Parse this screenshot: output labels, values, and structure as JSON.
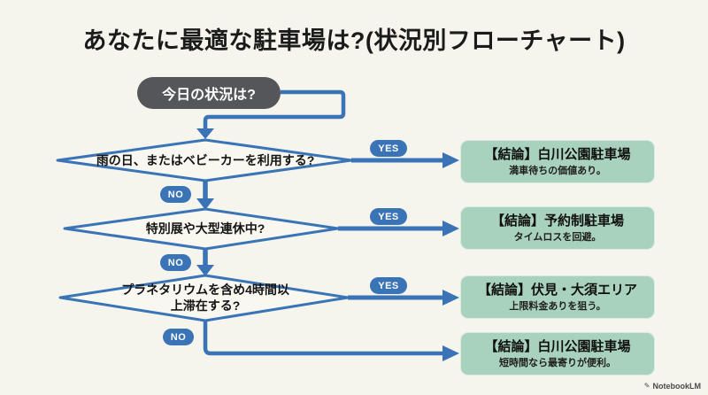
{
  "title": "あなたに最適な駐車場は?(状況別フローチャート)",
  "colors": {
    "background": "#f5f4ed",
    "connector_blue": "#3a74b6",
    "result_green": "#a8d2bd",
    "start_gray": "#55565a"
  },
  "start": {
    "label": "今日の状況は?"
  },
  "labels": {
    "yes": "YES",
    "no": "NO"
  },
  "questions": [
    {
      "text": "雨の日、またはベビーカーを利用する?"
    },
    {
      "text": "特別展や大型連休中?"
    },
    {
      "text": "プラネタリウムを含め4時間以\n上滞在する?"
    }
  ],
  "results": [
    {
      "title": "【結論】白川公園駐車場",
      "subtitle": "満車待ちの価値あり。"
    },
    {
      "title": "【結論】予約制駐車場",
      "subtitle": "タイムロスを回避。"
    },
    {
      "title": "【結論】伏見・大須エリア",
      "subtitle": "上限料金ありを狙う。"
    },
    {
      "title": "【結論】白川公園駐車場",
      "subtitle": "短時間なら最寄りが便利。"
    }
  ],
  "watermark": "NotebookLM"
}
